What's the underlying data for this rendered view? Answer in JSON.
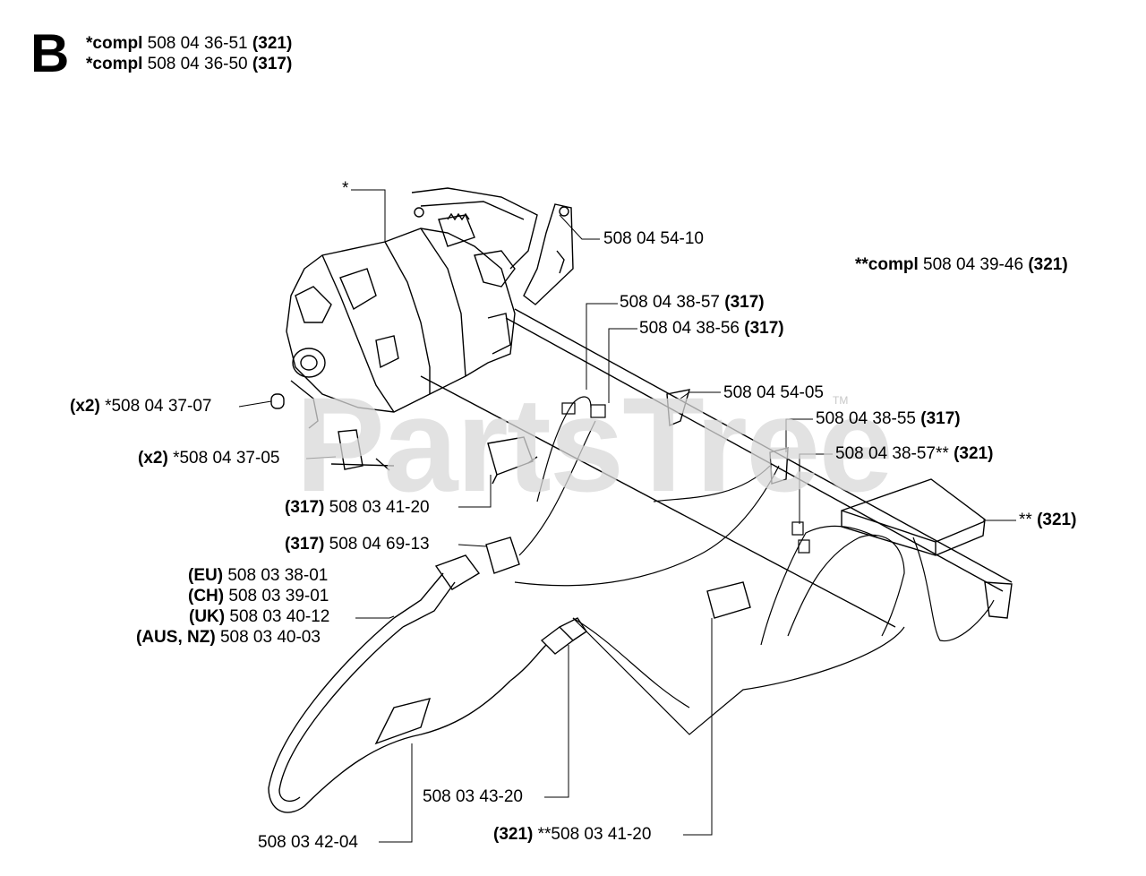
{
  "section": "B",
  "header": [
    {
      "prefix": "*compl",
      "number": "508 04 36-51",
      "model": "(321)"
    },
    {
      "prefix": "*compl",
      "number": "508 04 36-50",
      "model": "(317)"
    }
  ],
  "watermark": "PartsTree",
  "watermark_tm": "TM",
  "labels": {
    "motor_star": "*",
    "l_545410": "508 04 54-10",
    "compl_394_prefix": "**compl",
    "compl_394_number": "508 04 39-46",
    "compl_394_model": "(321)",
    "l_383857": "508 04 38-57",
    "l_383857_model": "(317)",
    "l_383856": "508 04 38-56",
    "l_383856_model": "(317)",
    "l_545405": "508 04 54-05",
    "l_383855": "508 04 38-55",
    "l_383855_model": "(317)",
    "l_383857b": "508 04 38-57**",
    "l_383857b_model": "(321)",
    "box_star": "**",
    "box_model": "(321)",
    "qty_3707": "(x2)",
    "l_3707": "*508 04 37-07",
    "qty_3705": "(x2)",
    "l_3705": "*508 04 37-05",
    "m_034120": "(317)",
    "l_034120": "508 03 41-20",
    "m_046913": "(317)",
    "l_046913": "508 04 69-13",
    "eu": "(EU)",
    "eu_num": "508 03 38-01",
    "ch": "(CH)",
    "ch_num": "508 03 39-01",
    "uk": "(UK)",
    "uk_num": "508 03 40-12",
    "aus": "(AUS, NZ)",
    "aus_num": "508 03 40-03",
    "l_034320": "508 03 43-20",
    "m_034120b": "(321)",
    "l_034120b": "**508 03 41-20",
    "l_034204": "508 03 42-04"
  }
}
